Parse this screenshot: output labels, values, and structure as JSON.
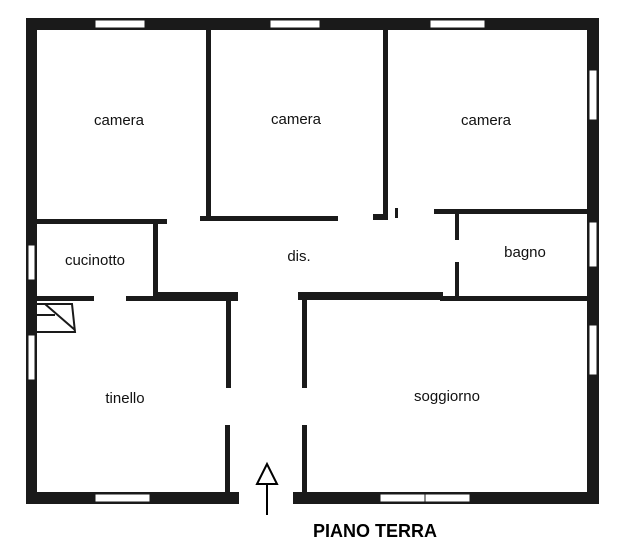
{
  "floor_plan": {
    "title": "PIANO TERRA",
    "rooms": {
      "camera_left": "camera",
      "camera_middle": "camera",
      "camera_right": "camera",
      "cucinotto": "cucinotto",
      "disimpegno": "dis.",
      "bagno": "bagno",
      "tinello": "tinello",
      "soggiorno": "soggiorno"
    }
  }
}
